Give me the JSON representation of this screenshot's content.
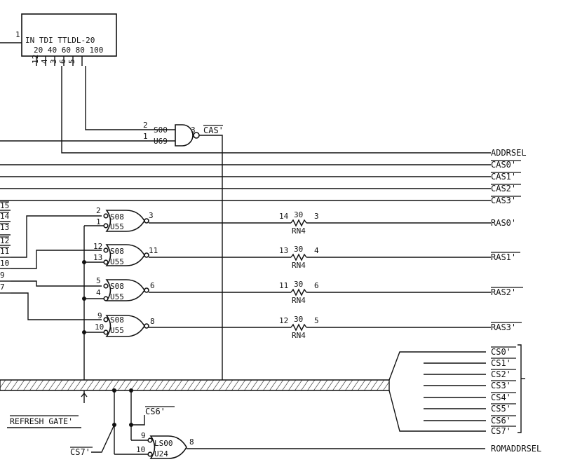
{
  "delay_line": {
    "label": "IN  TDI TTLDL-20",
    "taps": "20 40 60 80 100",
    "pin_in": "1",
    "pins_bottom": [
      "12",
      "4",
      "3",
      "6",
      "5"
    ]
  },
  "cas_gate": {
    "type": "S00",
    "ref": "U69",
    "pin_a": "2",
    "pin_b": "1",
    "pin_out": "3",
    "output": "CAS'"
  },
  "signals": {
    "addrsel": "ADDRSEL",
    "cas": [
      "CAS0'",
      "CAS1'",
      "CAS2'",
      "CAS3'"
    ],
    "ras": [
      "RAS0'",
      "RAS1'",
      "RAS2'",
      "RAS3'"
    ],
    "cs": [
      "CS0'",
      "CS1'",
      "CS2'",
      "CS3'",
      "CS4'",
      "CS5'",
      "CS6'",
      "CS7'"
    ],
    "cs6_tap": "CS6'",
    "cs7_tap": "CS7'",
    "romaddrsel": "ROMADDRSEL",
    "refresh_gate": "REFRESH GATE'"
  },
  "left_pins": [
    "15",
    "14",
    "13",
    "12",
    "11",
    "10",
    "9",
    "7"
  ],
  "ras_gates": [
    {
      "type": "S08",
      "ref": "U55",
      "in_a": "2",
      "in_b": "1",
      "out": "3"
    },
    {
      "type": "S08",
      "ref": "U55",
      "in_a": "12",
      "in_b": "13",
      "out": "11"
    },
    {
      "type": "S08",
      "ref": "U55",
      "in_a": "5",
      "in_b": "4",
      "out": "6"
    },
    {
      "type": "S08",
      "ref": "U55",
      "in_a": "9",
      "in_b": "10",
      "out": "8"
    }
  ],
  "resistors": [
    {
      "pin_in": "14",
      "value": "30",
      "pin_out": "3",
      "ref": "RN4"
    },
    {
      "pin_in": "13",
      "value": "30",
      "pin_out": "4",
      "ref": "RN4"
    },
    {
      "pin_in": "11",
      "value": "30",
      "pin_out": "6",
      "ref": "RN4"
    },
    {
      "pin_in": "12",
      "value": "30",
      "pin_out": "5",
      "ref": "RN4"
    }
  ],
  "rom_gate": {
    "type": "LS00",
    "ref": "U24",
    "in_a": "9",
    "in_b": "10",
    "out": "8"
  }
}
